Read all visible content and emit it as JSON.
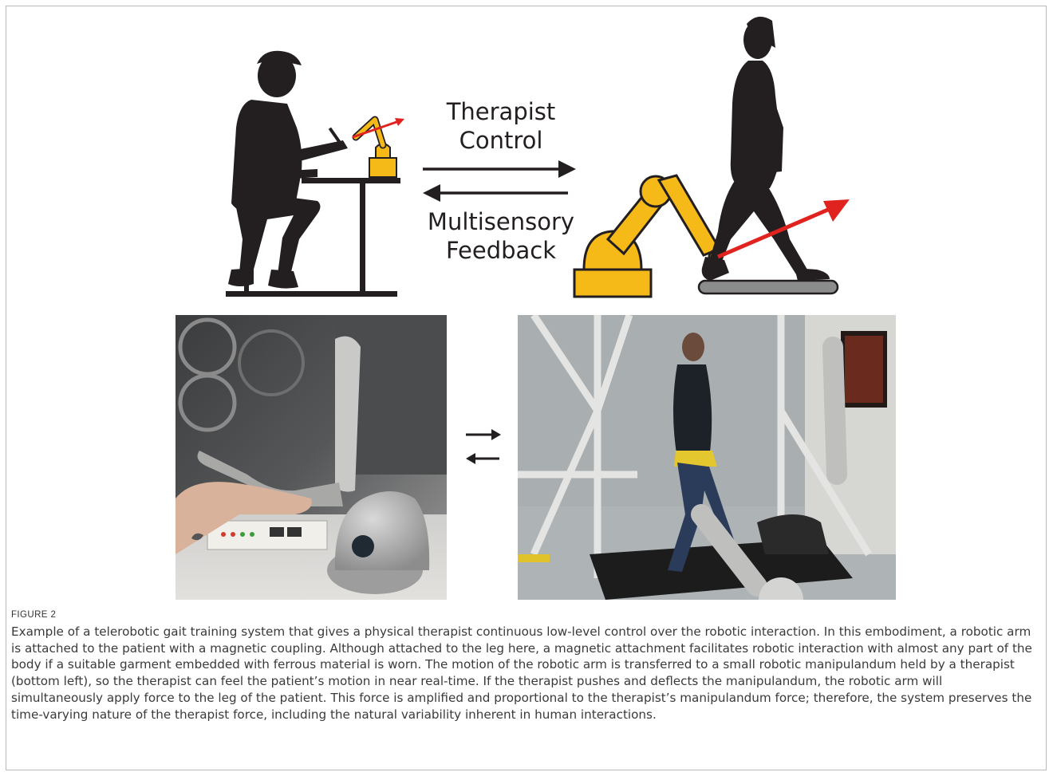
{
  "figure": {
    "labels": {
      "top": "Therapist\nControl",
      "bottom": "Multisensory\nFeedback"
    },
    "caption": {
      "title": "FIGURE 2",
      "text": "Example of a telerobotic gait training system that gives a physical therapist continuous low-level control over the robotic interaction. In this embodiment, a robotic arm is attached to the patient with a magnetic coupling. Although attached to the leg here, a magnetic attachment facilitates robotic interaction with almost any part of the body if a suitable garment embedded with ferrous material is worn. The motion of the robotic arm is transferred to a small robotic manipulandum held by a therapist (bottom left), so the therapist can feel the patient’s motion in near real-time. If the therapist pushes and deflects the manipulandum, the robotic arm will simultaneously apply force to the leg of the patient. This force is amplified and proportional to the therapist’s manipulandum force; therefore, the system preserves the time-varying nature of the therapist force, including the natural variability inherent in human interactions."
    },
    "colors": {
      "robot_yellow": "#f5b918",
      "arrow_red": "#e0231f",
      "silhouette": "#231f20",
      "treadmill": "#8c8c8c"
    },
    "icons": [
      "therapist-silhouette-icon",
      "patient-silhouette-icon",
      "robot-arm-icon",
      "haptic-device-icon"
    ]
  }
}
